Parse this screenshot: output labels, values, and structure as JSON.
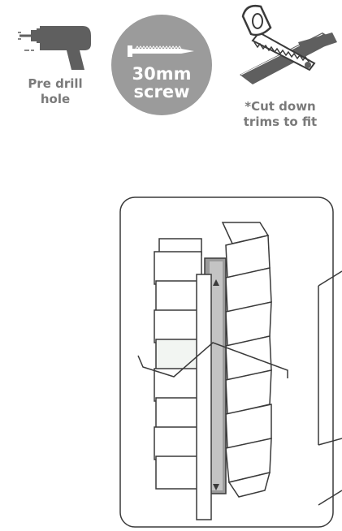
{
  "tools": {
    "drill": {
      "icon": "drill-icon",
      "label_line1": "Pre drill",
      "label_line2": "hole"
    },
    "screw": {
      "icon": "screw-icon",
      "size": "30mm",
      "word": "screw"
    },
    "saw": {
      "icon": "saw-icon",
      "label_line1": "*Cut down",
      "label_line2": "trims to fit"
    }
  },
  "colors": {
    "icon_gray": "#5f5f5f",
    "circle_gray": "#9b9b9b",
    "label_gray": "#7a7a7a",
    "outline": "#3a3a3a"
  }
}
